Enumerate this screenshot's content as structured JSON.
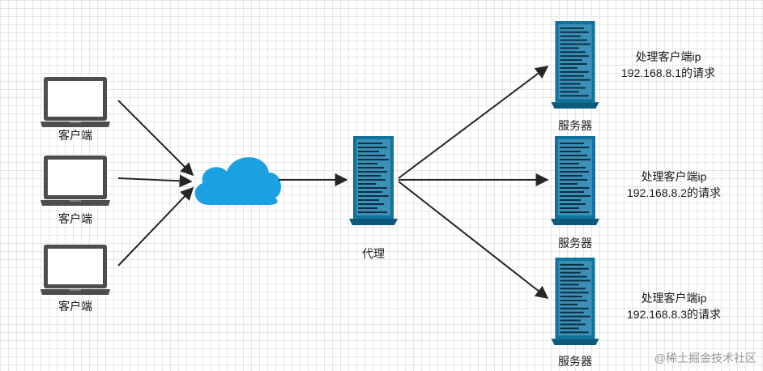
{
  "diagram": {
    "clients": [
      {
        "label": "客户端"
      },
      {
        "label": "客户端"
      },
      {
        "label": "客户端"
      }
    ],
    "proxy": {
      "label": "代理"
    },
    "servers": [
      {
        "label": "服务器",
        "req_line1": "处理客户端ip",
        "req_line2": "192.168.8.1的请求"
      },
      {
        "label": "服务器",
        "req_line1": "处理客户端ip",
        "req_line2": "192.168.8.2的请求"
      },
      {
        "label": "服务器",
        "req_line1": "处理客户端ip",
        "req_line2": "192.168.8.3的请求"
      }
    ]
  },
  "watermark": "@稀土掘金技术社区",
  "colors": {
    "cloud": "#1ba1e2",
    "server_dark": "#10739e",
    "server_light": "#3c8fb5",
    "laptop_frame": "#4d4d4d",
    "arrow": "#262626"
  }
}
